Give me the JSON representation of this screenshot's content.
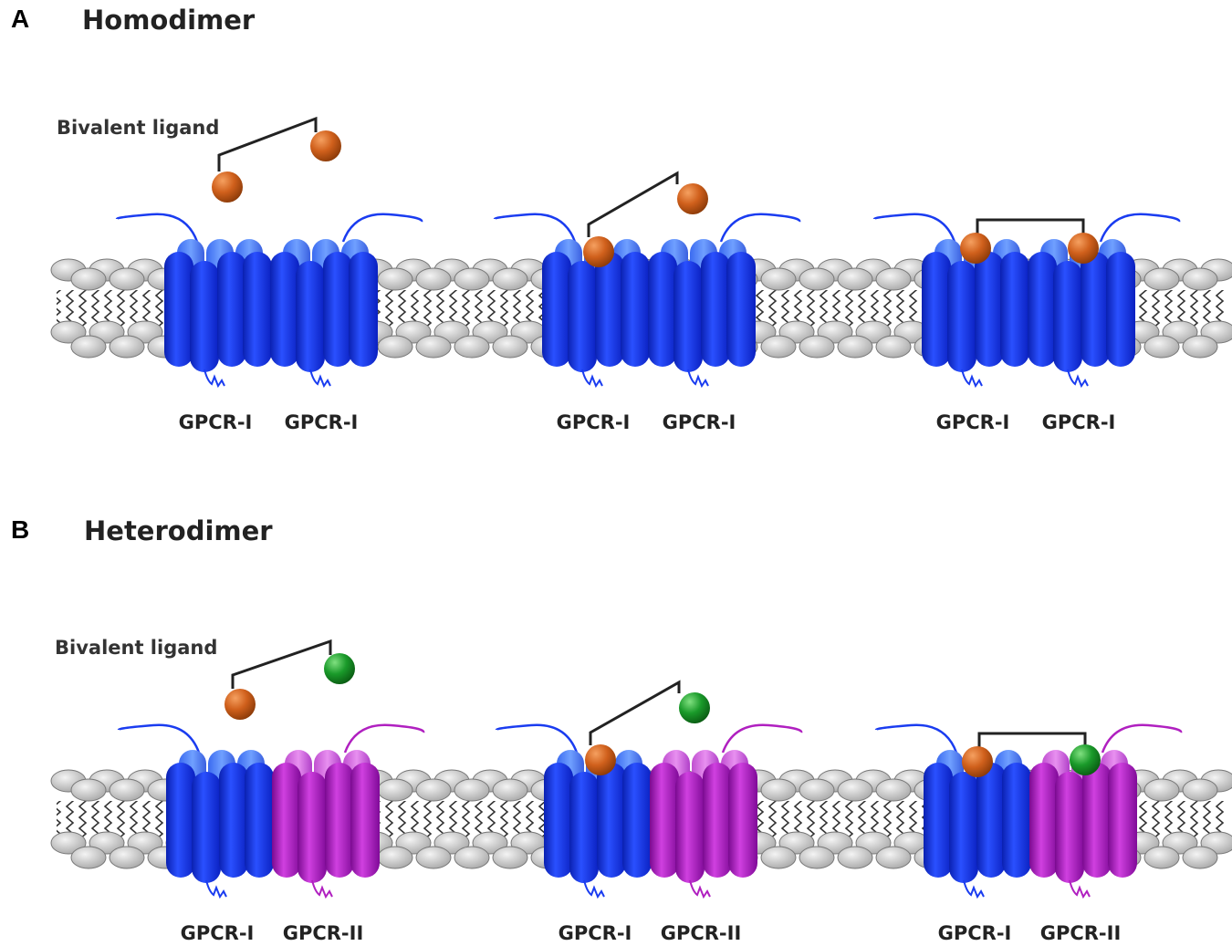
{
  "panels": [
    {
      "letter": "A",
      "title": "Homodimer",
      "ligand_label": "Bivalent ligand",
      "ligand_colors": [
        "#d0601c",
        "#d0601c"
      ],
      "receptor_colors": [
        "#1a3cf0",
        "#1a3cf0"
      ],
      "scenes": [
        {
          "state": "unbound",
          "labels": [
            "GPCR-I",
            "GPCR-I"
          ]
        },
        {
          "state": "one-bound",
          "labels": [
            "GPCR-I",
            "GPCR-I"
          ]
        },
        {
          "state": "both-bound",
          "labels": [
            "GPCR-I",
            "GPCR-I"
          ]
        }
      ]
    },
    {
      "letter": "B",
      "title": "Heterodimer",
      "ligand_label": "Bivalent ligand",
      "ligand_colors": [
        "#d0601c",
        "#1a9a2a"
      ],
      "receptor_colors": [
        "#1a3cf0",
        "#b020c0"
      ],
      "scenes": [
        {
          "state": "unbound",
          "labels": [
            "GPCR-I",
            "GPCR-II"
          ]
        },
        {
          "state": "one-bound",
          "labels": [
            "GPCR-I",
            "GPCR-II"
          ]
        },
        {
          "state": "both-bound",
          "labels": [
            "GPCR-I",
            "GPCR-II"
          ]
        }
      ]
    }
  ]
}
